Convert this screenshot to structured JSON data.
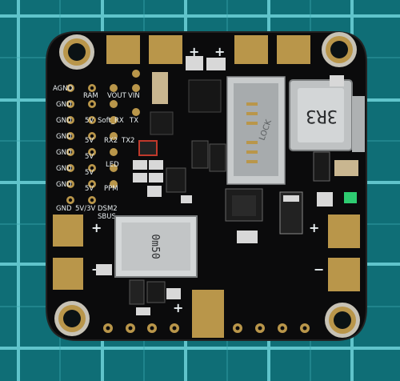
{
  "colors": {
    "mat": "#0f6e76",
    "grid_line": "#6fd3da",
    "board": "#0b0b0c",
    "gold": "#b9964a",
    "silk": "#e8eef0"
  },
  "board": {
    "pin_labels_left": [
      "AGND",
      "GND",
      "GND",
      "GND",
      "GND",
      "GND",
      "GND",
      "GND"
    ],
    "pin_labels_mid": [
      "RAM",
      "5V",
      "5V",
      "5V",
      "5V",
      "5V",
      "5V",
      "5V/3V"
    ],
    "pin_labels_right": [
      "VOUT",
      "Soft_RX",
      "RX2",
      "LED",
      "PPM",
      "DSM2",
      "SBUS"
    ],
    "pin_labels_far": [
      "VIN",
      "TX"
    ],
    "tx2_label": "TX2",
    "inductor_big": "3R3",
    "inductor_small": "0m50",
    "sd_label": "LOCK",
    "plus": "+",
    "minus": "−"
  }
}
